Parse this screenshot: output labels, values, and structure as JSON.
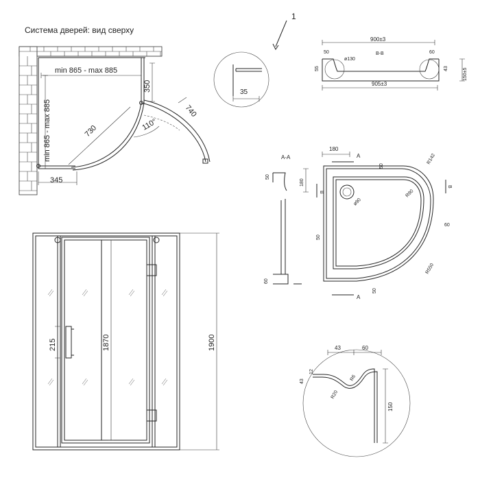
{
  "title": "Система дверей: вид сверху",
  "callout": "1",
  "top_view": {
    "width_range": "min 865 - max 885",
    "depth_range": "min 865 - max 885",
    "offset_right": "350",
    "radius_inner": "730",
    "radius_outer": "740",
    "angle": "110°",
    "offset_left": "345"
  },
  "detail_1": {
    "dim": "35"
  },
  "section_bb": {
    "label": "B-B",
    "top_width": "900±3",
    "bottom_width": "905±3",
    "left_edge": "50",
    "diameter": "ø130",
    "right_edge": "60",
    "depth": "55",
    "rim": "43",
    "height": "150±5"
  },
  "tray_plan": {
    "top_offset": "180",
    "marker_a": "A",
    "rim_top": "50",
    "corner_r": "R142",
    "left_side": "180",
    "marker_b": "B",
    "drain_r": "R90",
    "drain": "ø90",
    "right_rim": "60",
    "left_rim": "50",
    "outer_r": "R550",
    "bottom_rim": "50"
  },
  "section_aa": {
    "label": "A-A",
    "top": "50",
    "bottom": "60"
  },
  "front_view": {
    "handle": "215",
    "door_height": "1870",
    "total_height": "1900"
  },
  "detail_profile": {
    "w1": "43",
    "w2": "60",
    "h1": "43",
    "h2": "12",
    "r1": "R6",
    "r2": "R20",
    "height": "150"
  }
}
